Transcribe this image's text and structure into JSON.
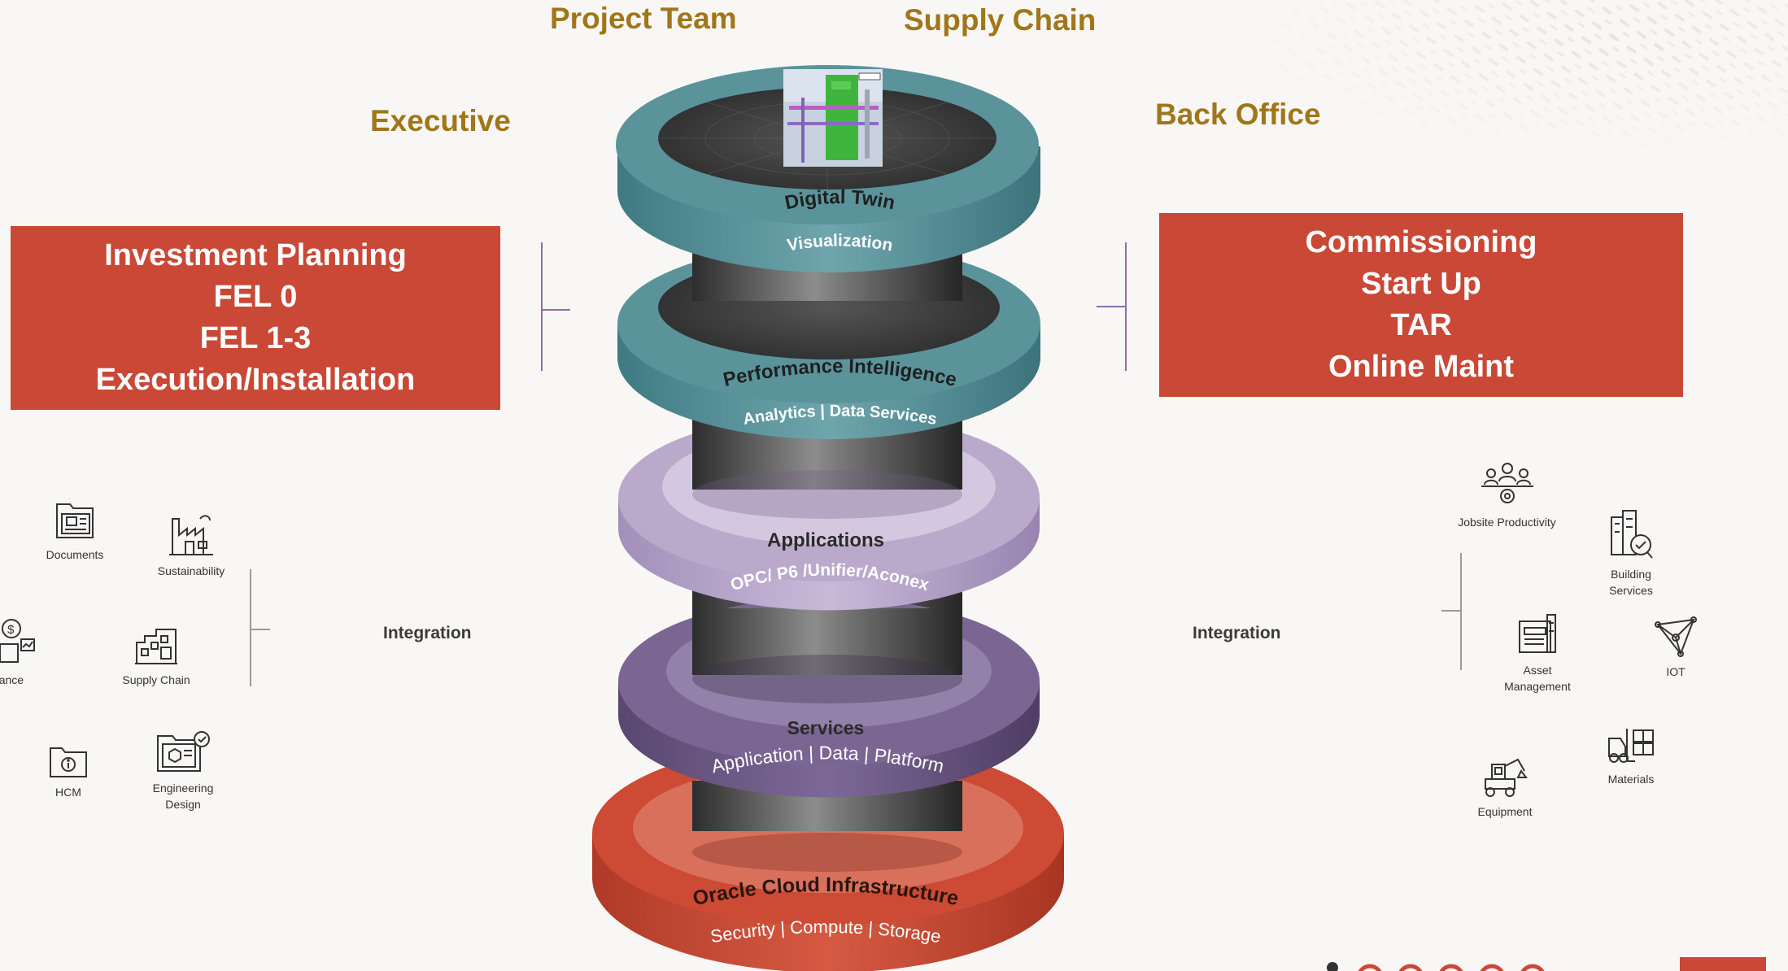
{
  "roles": {
    "project_team": "Project Team",
    "supply_chain": "Supply Chain",
    "executive": "Executive",
    "back_office": "Back Office"
  },
  "left_box": {
    "lines": [
      "Investment Planning",
      "FEL 0",
      "FEL 1-3",
      "Execution/Installation"
    ]
  },
  "right_box": {
    "lines": [
      "Commissioning",
      "Start Up",
      "TAR",
      "Online Maint"
    ]
  },
  "stack_layers": [
    {
      "title": "Digital  Twin",
      "subtitle": "Visualization"
    },
    {
      "title": "Performance  Intelligence",
      "subtitle": "Analytics   | Data Services"
    },
    {
      "title": "Applications",
      "subtitle": "OPC/  P6 /Unifier/Aconex"
    },
    {
      "title": "Services",
      "subtitle": "Application | Data | Platform"
    },
    {
      "title": "Oracle  Cloud Infrastructure",
      "subtitle": "Security | Compute | Storage"
    }
  ],
  "left_integration": {
    "label": "Integration",
    "icons": [
      {
        "icon": "documents-icon",
        "label": "Documents"
      },
      {
        "icon": "sustainability-icon",
        "label": "Sustainability"
      },
      {
        "icon": "finance-icon",
        "label": "nance"
      },
      {
        "icon": "supply-chain-icon",
        "label": "Supply Chain"
      },
      {
        "icon": "hcm-icon",
        "label": "HCM"
      },
      {
        "icon": "engineering-design-icon",
        "label": "Engineering Design"
      }
    ]
  },
  "right_integration": {
    "label": "Integration",
    "icons": [
      {
        "icon": "jobsite-productivity-icon",
        "label": "Jobsite Productivity"
      },
      {
        "icon": "building-services-icon",
        "label": "Building Services"
      },
      {
        "icon": "asset-management-icon",
        "label": "Asset Management"
      },
      {
        "icon": "iot-icon",
        "label": "IOT"
      },
      {
        "icon": "materials-icon",
        "label": "Materials"
      },
      {
        "icon": "equipment-icon",
        "label": "Equipment"
      }
    ]
  },
  "colors": {
    "red_box": "#c94836",
    "role_text": "#a0761a",
    "teal": "#4f8a93",
    "lavender": "#b7a4c9",
    "purple": "#6a5583",
    "oracle_red": "#c8432f"
  }
}
